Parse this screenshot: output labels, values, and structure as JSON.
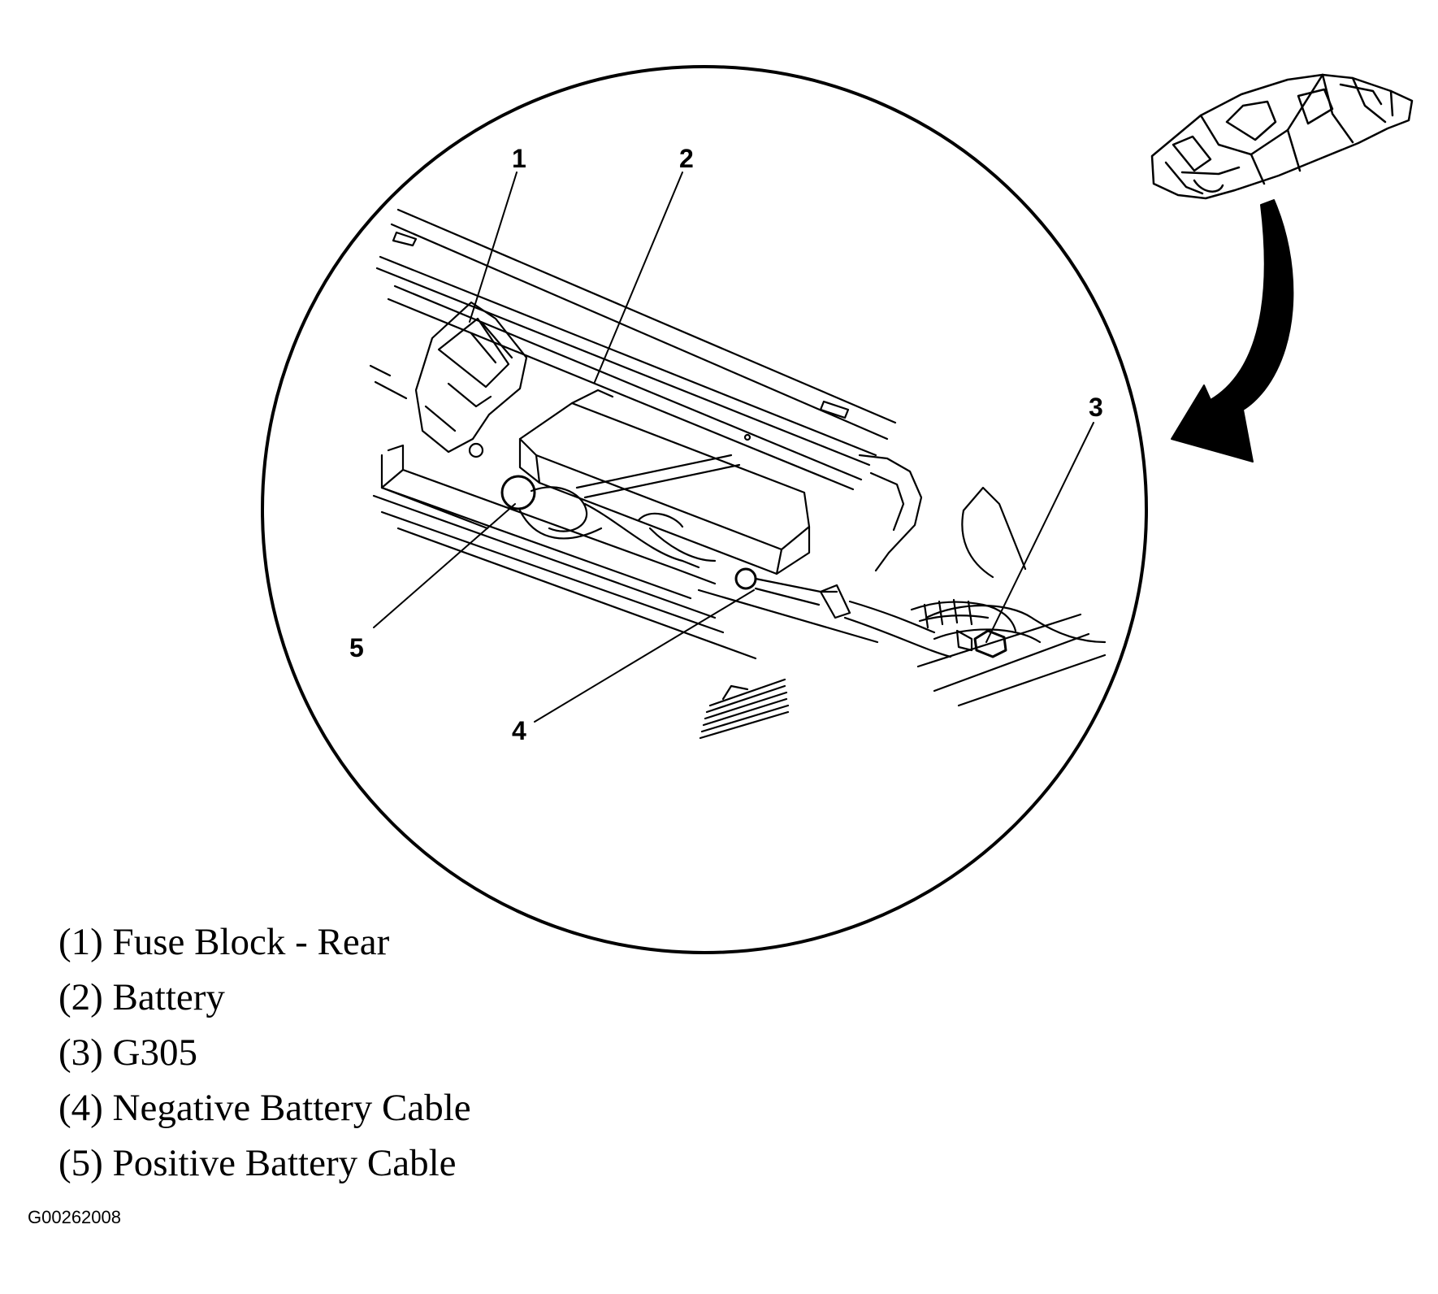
{
  "callouts": [
    {
      "id": "1",
      "text": "1"
    },
    {
      "id": "2",
      "text": "2"
    },
    {
      "id": "3",
      "text": "3"
    },
    {
      "id": "4",
      "text": "4"
    },
    {
      "id": "5",
      "text": "5"
    }
  ],
  "legend": [
    {
      "text": "(1) Fuse Block - Rear"
    },
    {
      "text": "(2) Battery"
    },
    {
      "text": "(3) G305"
    },
    {
      "text": "(4) Negative Battery Cable"
    },
    {
      "text": "(5) Positive Battery Cable"
    }
  ],
  "figure_code": "G00262008",
  "colors": {
    "ink": "#000000",
    "paper": "#ffffff"
  }
}
